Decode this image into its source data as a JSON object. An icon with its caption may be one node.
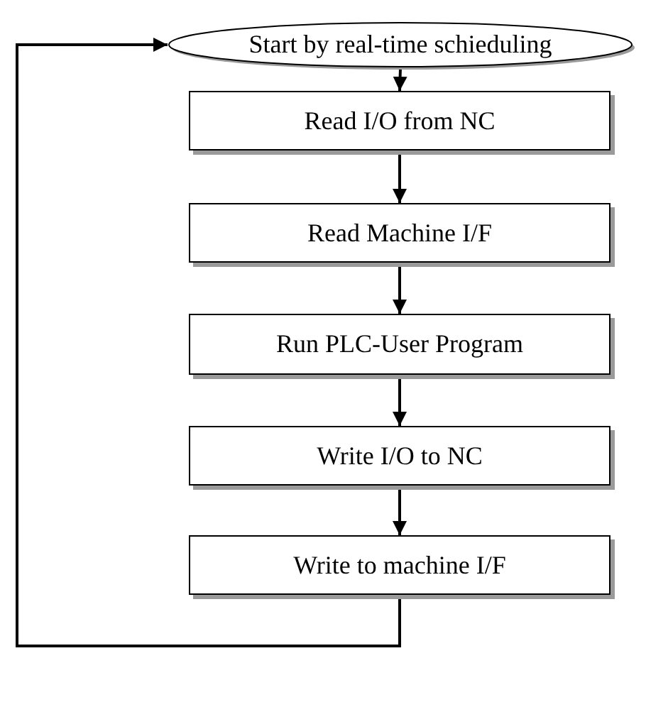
{
  "diagram": {
    "nodes": [
      {
        "text": [
          "Start by real-time schieduling"
        ]
      },
      {
        "text": [
          "Read I/O from NC"
        ]
      },
      {
        "text": [
          "Read Machine I/F"
        ]
      },
      {
        "text": [
          "Run PLC-User Program"
        ]
      },
      {
        "text": [
          "Write I/O to NC"
        ]
      },
      {
        "text": [
          "Write to machine I/F"
        ]
      }
    ],
    "edges": [
      {
        "from": 0,
        "to": 1,
        "arrow": "to"
      },
      {
        "from": 1,
        "to": 2,
        "arrow": "to"
      },
      {
        "from": 2,
        "to": 3,
        "arrow": "to"
      },
      {
        "from": 3,
        "to": 4,
        "arrow": "to"
      },
      {
        "from": 4,
        "to": 5,
        "arrow": "to"
      },
      {
        "from": 5,
        "to": 0,
        "arrow": "to"
      }
    ]
  }
}
